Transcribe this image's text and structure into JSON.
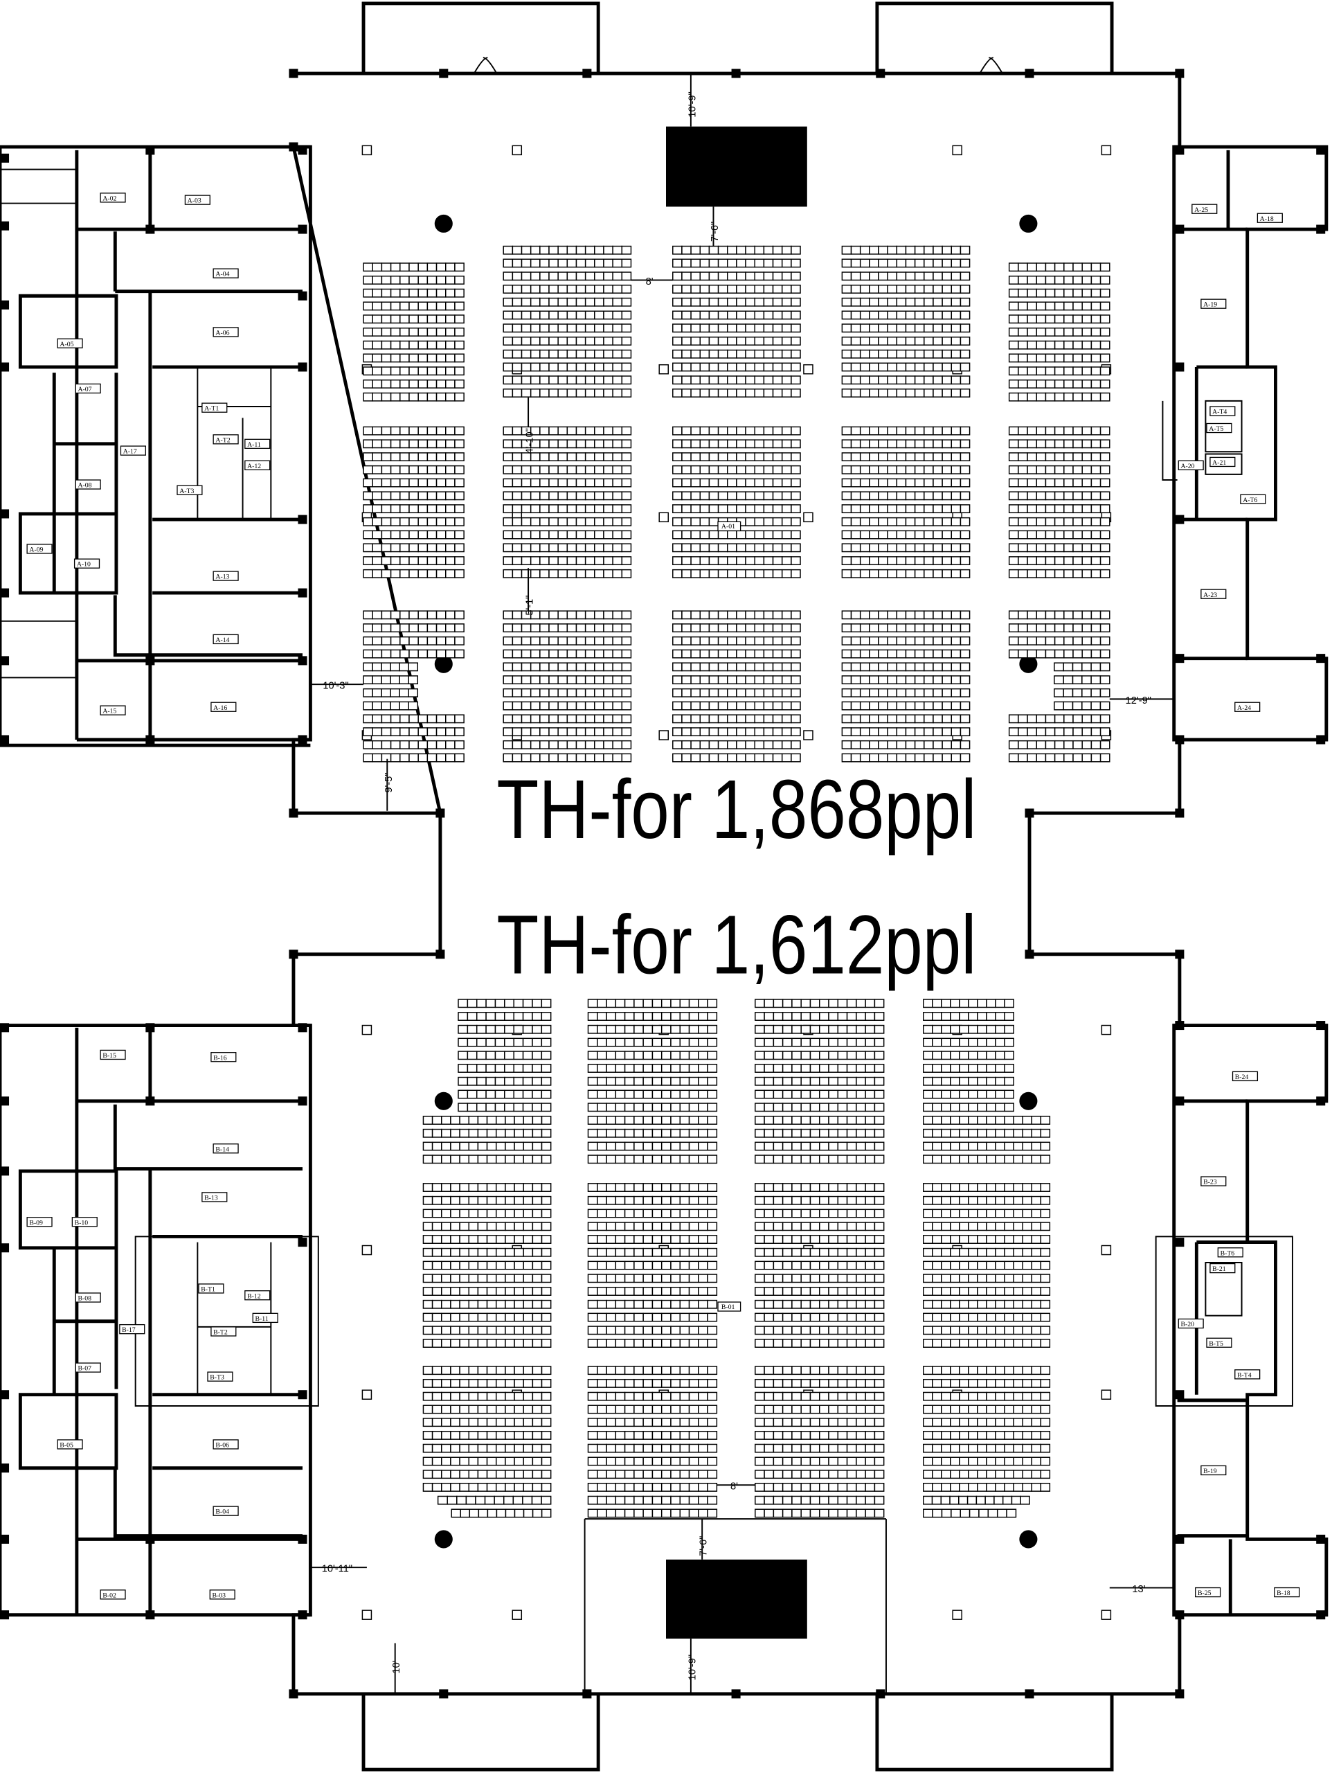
{
  "halls": {
    "top": {
      "title": "TH-for 1,868ppl",
      "room": "A-01"
    },
    "bottom": {
      "title": "TH-for 1,612ppl",
      "room": "B-01"
    }
  },
  "dimensions": {
    "top_stage_front": "10'-9\"",
    "top_stage_to_seats": "7'-6\"",
    "top_aisle": "8'",
    "top_cross_aisle_1": "4'-10\"",
    "top_cross_aisle_2": "5'-1\"",
    "top_left_side": "10'-3\"",
    "top_right_side": "12'-9\"",
    "top_rear": "9'-5\"",
    "bottom_aisle": "8'",
    "bottom_stage_to_seats": "7'-6\"",
    "bottom_stage_front": "10'-9\"",
    "bottom_left_side": "10'-11\"",
    "bottom_right_side": "13'",
    "bottom_rear": "10'"
  },
  "rooms_a": [
    "A-02",
    "A-03",
    "A-04",
    "A-05",
    "A-06",
    "A-07",
    "A-08",
    "A-17",
    "A-T1",
    "A-T2",
    "A-T3",
    "A-11",
    "A-12",
    "A-09",
    "A-10",
    "A-13",
    "A-14",
    "A-15",
    "A-16",
    "A-25",
    "A-18",
    "A-19",
    "A-T4",
    "A-T5",
    "A-20",
    "A-21",
    "A-T6",
    "A-23",
    "A-24"
  ],
  "rooms_b": [
    "B-15",
    "B-16",
    "B-14",
    "B-09",
    "B-10",
    "B-13",
    "B-08",
    "B-07",
    "B-17",
    "B-T1",
    "B-T2",
    "B-T3",
    "B-12",
    "B-11",
    "B-05",
    "B-06",
    "B-04",
    "B-02",
    "B-03",
    "B-24",
    "B-23",
    "B-T6",
    "B-21",
    "B-20",
    "B-T5",
    "B-T4",
    "B-19",
    "B-25",
    "B-18"
  ]
}
